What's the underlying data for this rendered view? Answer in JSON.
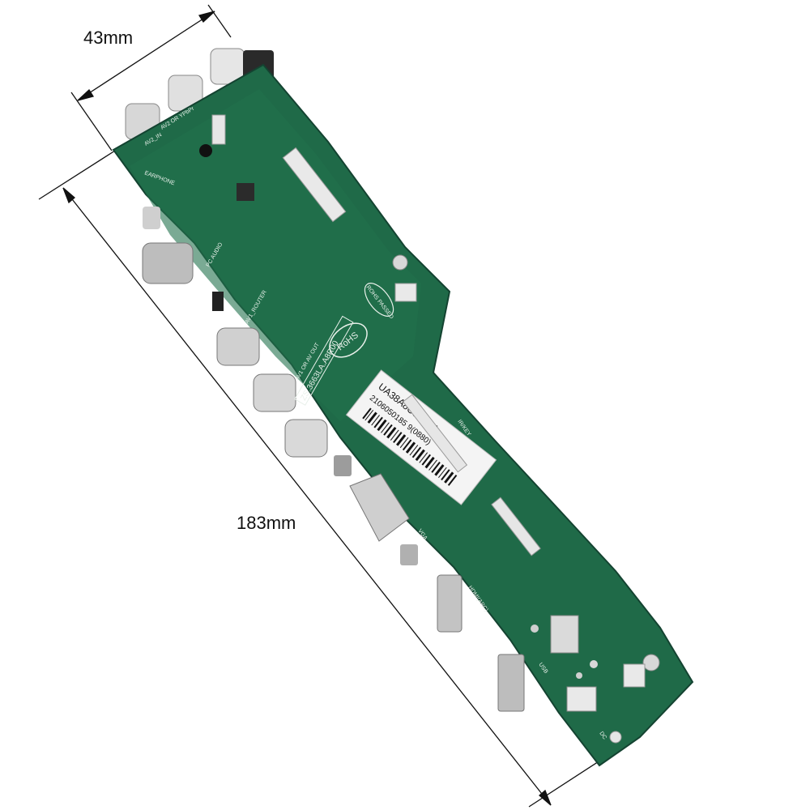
{
  "dimensions": {
    "width_label": "43mm",
    "length_label": "183mm"
  },
  "board": {
    "main_label": "UA38A8C02(PA)",
    "barcode_text": "2106050185 9(0880)",
    "model_code": "ZS.3663LA.A8R00",
    "rohs_mark": "RoHS",
    "rohs_passed": "ROHS PASSED",
    "silkscreen": {
      "av2_in": "AV2_IN",
      "av2_ypbpr": "AV2 OR YPbPr",
      "earphone": "EARPHONE",
      "pc_audio": "PC AUDIO",
      "av1_router": "AV1_ROUTER",
      "av1_out": "AV1 OR AV OUT",
      "vga": "VGA",
      "hdmi_arc": "HDMI(ARC)",
      "usb": "USB",
      "ir_key": "IR/KEY",
      "dc": "DC"
    }
  },
  "colors": {
    "pcb": "#1f6a48",
    "pcb_dark": "#174f36",
    "silk": "#e8f0ea",
    "metal": "#c9c9c9"
  }
}
